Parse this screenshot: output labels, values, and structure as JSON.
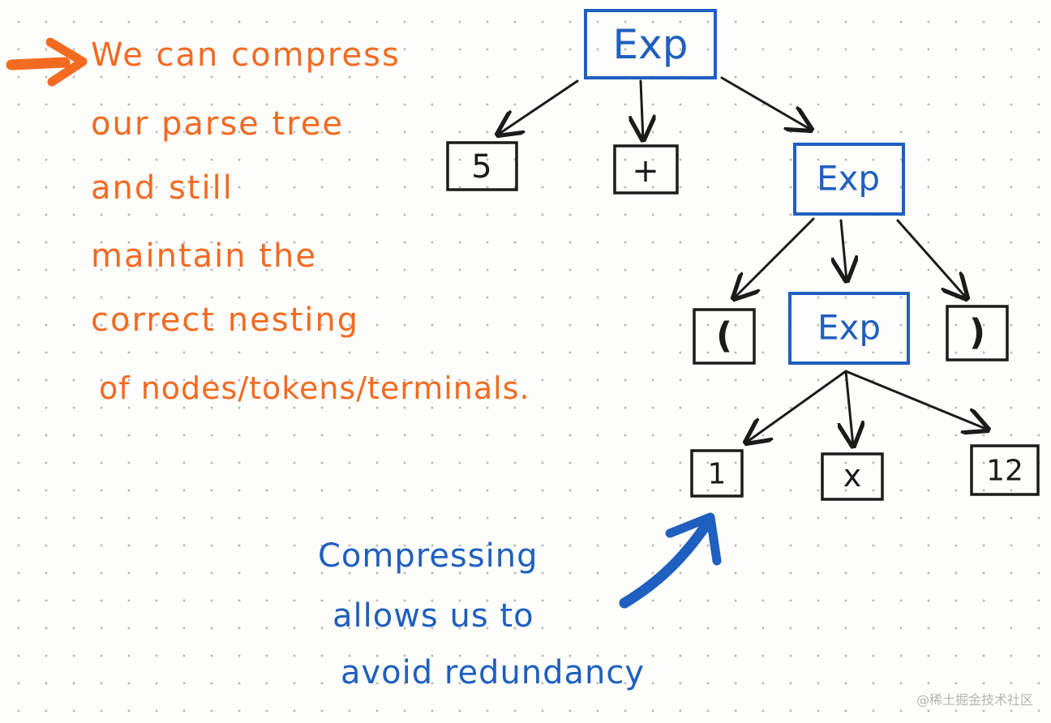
{
  "colors": {
    "orange": "#f36a21",
    "blue": "#1f5fbf",
    "ink": "#1b1b1b"
  },
  "orange_note": {
    "arrow_icon": "arrow-right-icon",
    "lines": [
      "We can compress",
      "our parse tree",
      "and still",
      "maintain the",
      "correct nesting",
      "of nodes/tokens/terminals."
    ]
  },
  "tree": {
    "root_label": "Exp",
    "child_5": "5",
    "child_plus": "+",
    "mid_exp_label": "Exp",
    "paren_open": "(",
    "inner_exp_label": "Exp",
    "paren_close": ")",
    "leaf_1": "1",
    "leaf_x": "x",
    "leaf_12": "12"
  },
  "blue_note": {
    "arrow_icon": "curved-arrow-icon",
    "lines": [
      "Compressing",
      "allows us to",
      "avoid redundancy"
    ]
  },
  "watermark": "@稀土掘金技术社区"
}
